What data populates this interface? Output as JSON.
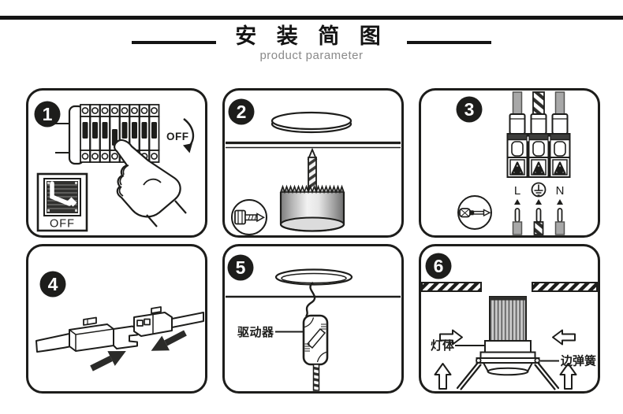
{
  "header": {
    "title": "安 装 简 图",
    "subtitle": "product parameter"
  },
  "panels": {
    "step1": {
      "number": "1",
      "breaker_off_label": "OFF",
      "switch_off_label": "OFF"
    },
    "step2": {
      "number": "2"
    },
    "step3": {
      "number": "3",
      "terminal_labels": {
        "live": "L",
        "neutral": "N"
      }
    },
    "step4": {
      "number": "4"
    },
    "step5": {
      "number": "5",
      "driver_label": "驱动器"
    },
    "step6": {
      "number": "6",
      "lamp_body_label": "灯体",
      "spring_label": "边弹簧"
    }
  },
  "icons": [
    "step-number-badge",
    "circuit-breaker-row",
    "pointing-hand-icon",
    "rotate-off-arrow-icon",
    "rocker-switch-off-icon",
    "ceiling-cutout-disc",
    "hole-saw-icon",
    "drill-bit-icon",
    "wire-terminal-connectors",
    "earth-symbol-icon",
    "screwdriver-icon",
    "connector-plug-pair",
    "insert-direction-arrows",
    "ceiling-hole-ring",
    "driver-box",
    "banded-cable",
    "hatched-ceiling-section",
    "downlight-heatsink",
    "spring-clips",
    "hollow-direction-arrows"
  ],
  "colors": {
    "line": "#1d1d1b",
    "bar_black": "#141414",
    "subtitle_gray": "#8a8a8a",
    "wire_gray": "#a8a8a8",
    "metal_light": "#f2f2f2",
    "metal_dark": "#6f6f6f"
  }
}
